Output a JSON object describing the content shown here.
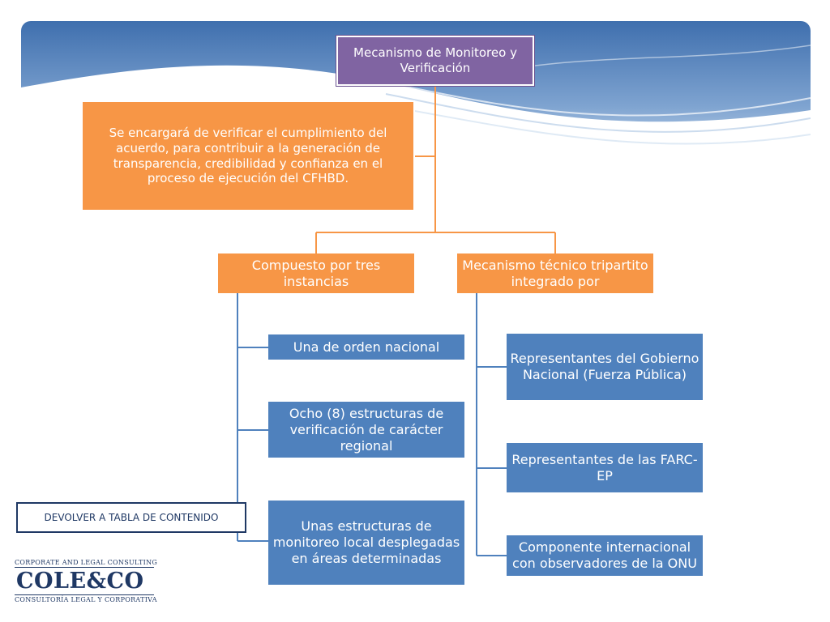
{
  "diagram": {
    "root": "Mecanismo de Monitoreo y Verificación",
    "description": "Se encargará de verificar el cumplimiento del acuerdo, para contribuir a la generación de transparencia, credibilidad y confianza en el proceso de ejecución del CFHBD.",
    "left_branch": {
      "title": "Compuesto por tres instancias",
      "items": [
        "Una de orden nacional",
        "Ocho (8) estructuras de verificación de carácter regional",
        "Unas estructuras de monitoreo local desplegadas en áreas determinadas"
      ]
    },
    "right_branch": {
      "title": "Mecanismo técnico tripartito integrado por",
      "items": [
        "Representantes del Gobierno Nacional (Fuerza Pública)",
        "Representantes de las FARC-EP",
        "Componente internacional con observadores de la ONU"
      ]
    }
  },
  "nav": {
    "return_label": "DEVOLVER A TABLA DE CONTENIDO"
  },
  "logo": {
    "top_text": "CORPORATE AND LEGAL CONSULTING",
    "brand": "COLE&CO",
    "bottom_text": "CONSULTORÍA LEGAL Y CORPORATIVA"
  },
  "colors": {
    "purple": "#8064a2",
    "orange": "#f79646",
    "blue": "#4f81bd",
    "navy": "#1f3864"
  }
}
